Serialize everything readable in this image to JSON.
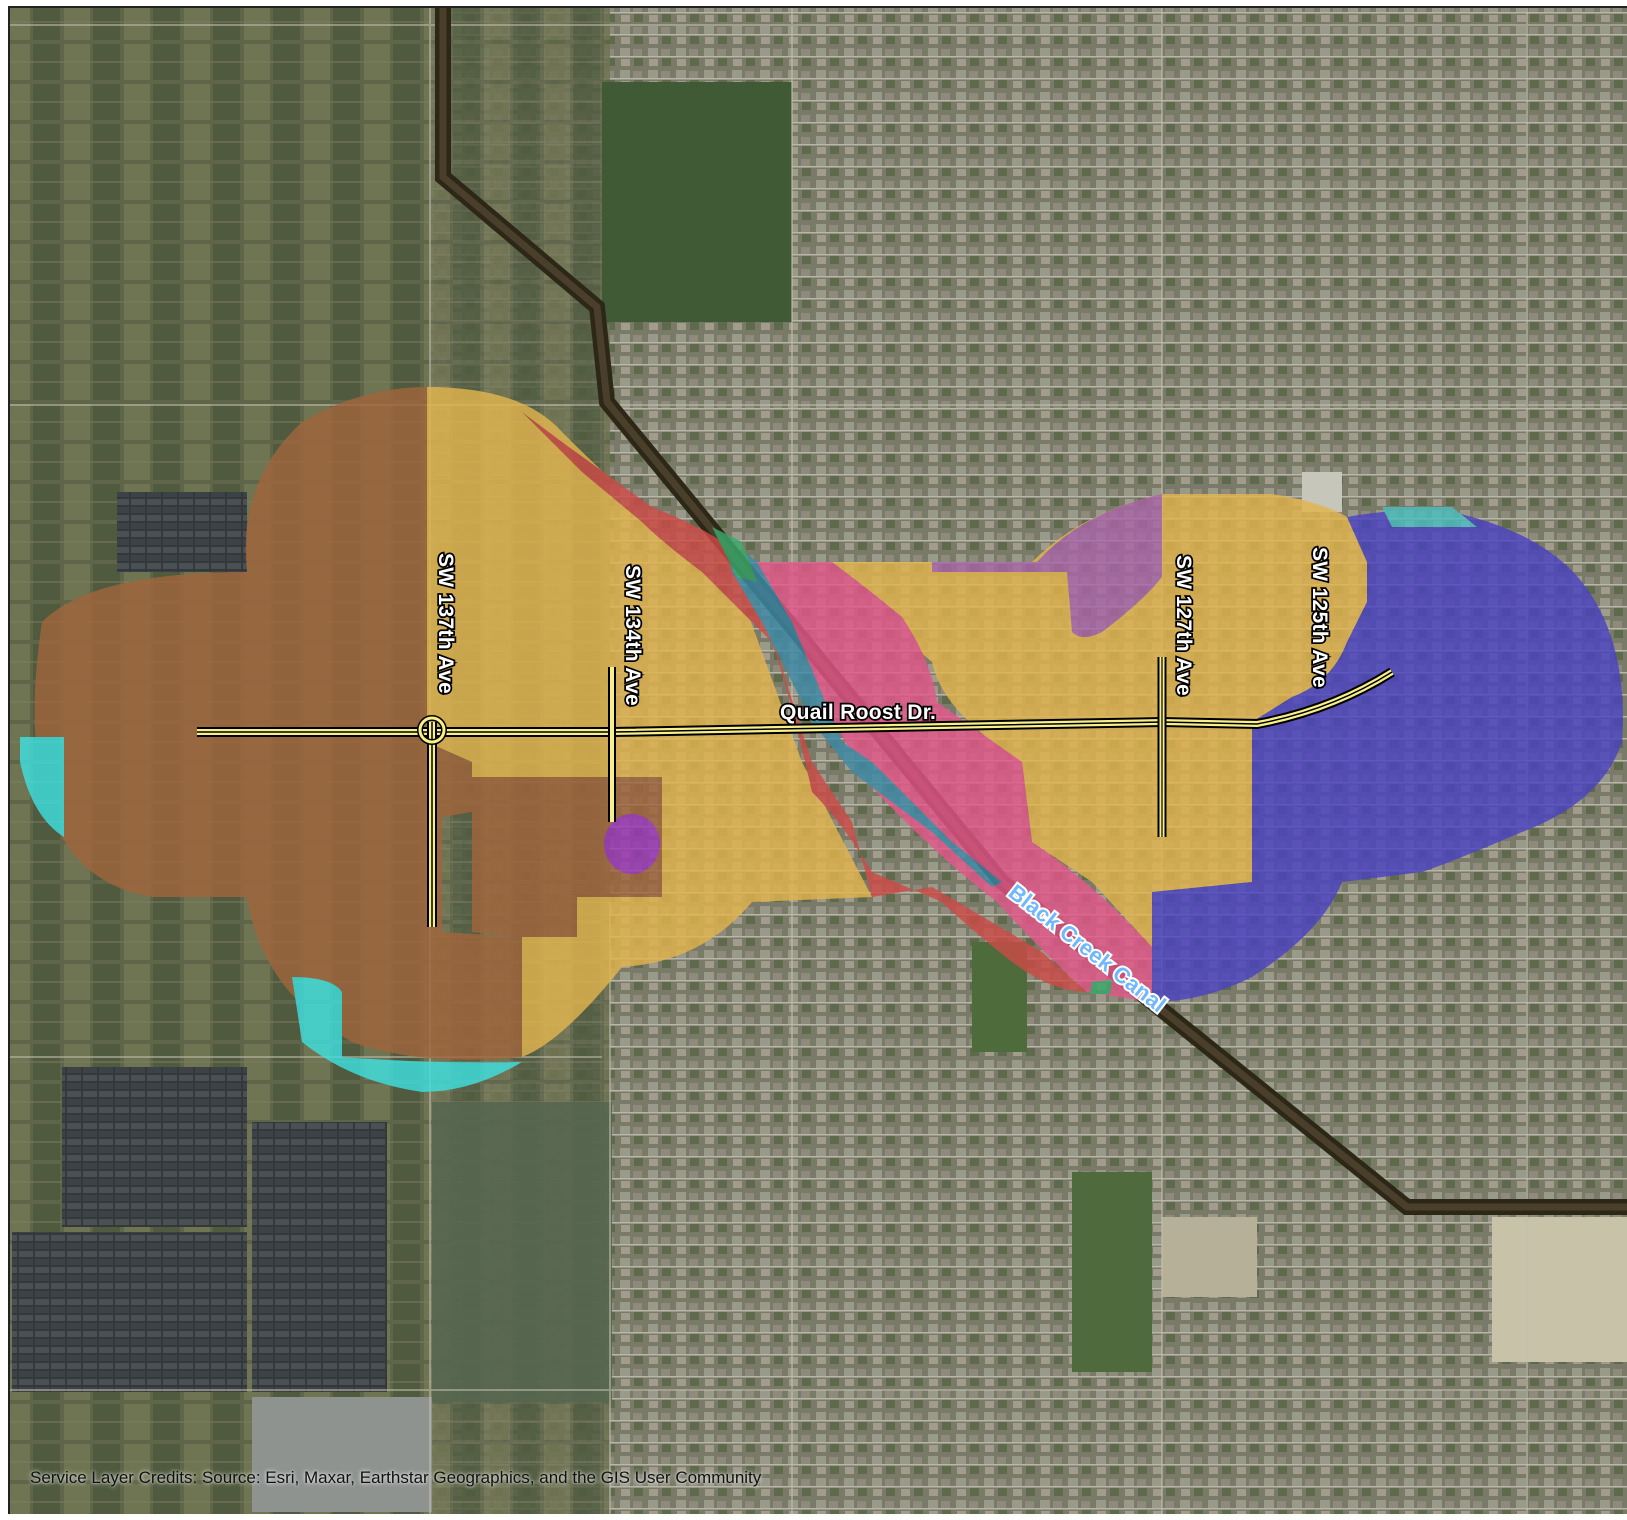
{
  "map": {
    "colors": {
      "brown_zone": "#a0653c",
      "yellow_zone": "#e2b54e",
      "red_zone": "#cc4b46",
      "pink_zone": "#e4578a",
      "purple_zone": "#a966a8",
      "violet_zone": "#9b36b8",
      "blue_zone": "#4b43c2",
      "cyan_zone": "#3fe0e0",
      "teal_zone": "#3e8aa8",
      "green_zone": "#3aa96a",
      "road_casing": "#000000",
      "road_fill": "#f7f08a",
      "canal": "#3b3426"
    },
    "roads": {
      "quail_roost": "Quail Roost Dr.",
      "sw137": "SW 137th Ave",
      "sw134": "SW 134th Ave",
      "sw127": "SW 127th Ave",
      "sw125": "SW 125th Ave"
    },
    "canal_label": "Black Creek Canal",
    "credits": "Service Layer Credits: Source: Esri, Maxar, Earthstar Geographics, and the GIS User Community"
  }
}
